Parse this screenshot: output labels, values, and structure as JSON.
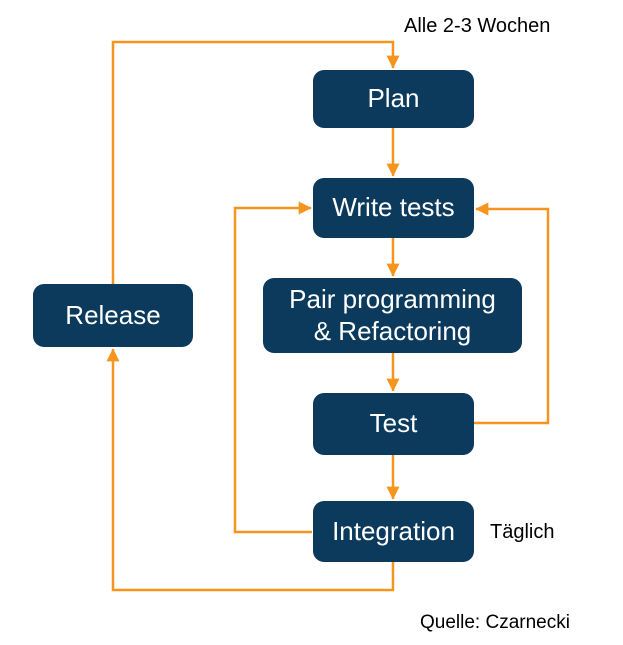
{
  "diagram": {
    "annotations": {
      "cycle_top": "Alle 2-3 Wochen",
      "daily": "Täglich",
      "source": "Quelle: Czarnecki"
    },
    "nodes": [
      {
        "id": "plan",
        "label": "Plan"
      },
      {
        "id": "write_tests",
        "label": "Write tests"
      },
      {
        "id": "pair_programming",
        "label": "Pair programming & Refactoring",
        "lines": [
          "Pair programming",
          "& Refactoring"
        ]
      },
      {
        "id": "test",
        "label": "Test"
      },
      {
        "id": "integration",
        "label": "Integration"
      },
      {
        "id": "release",
        "label": "Release"
      }
    ],
    "edges": [
      {
        "from": "plan",
        "to": "write_tests"
      },
      {
        "from": "write_tests",
        "to": "pair_programming"
      },
      {
        "from": "pair_programming",
        "to": "test"
      },
      {
        "from": "test",
        "to": "integration"
      },
      {
        "from": "integration",
        "to": "write_tests",
        "note": "daily loop (Täglich)"
      },
      {
        "from": "test",
        "to": "write_tests",
        "note": "test feedback loop"
      },
      {
        "from": "release",
        "to": "plan",
        "note": "cycle every 2-3 weeks (Alle 2-3 Wochen)"
      },
      {
        "from": "integration",
        "to": "release"
      }
    ]
  },
  "colors": {
    "node_fill": "#0b3a5d",
    "arrow": "#f7941d",
    "node_text": "#ffffff",
    "annotation_text": "#000000",
    "page_bg": "#ffffff"
  }
}
